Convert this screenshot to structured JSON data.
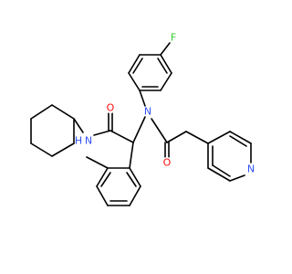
{
  "structure": {
    "atoms": [
      {
        "label": "F",
        "color": "#33cc33"
      },
      {
        "label": "N",
        "color": "#3050f8"
      },
      {
        "label": "O",
        "color": "#ff0d0d"
      },
      {
        "label": "N",
        "color": "#3050f8"
      },
      {
        "label": "H",
        "color": "#3050f8"
      },
      {
        "label": "O",
        "color": "#ff0d0d"
      },
      {
        "label": "N",
        "color": "#3050f8"
      }
    ]
  },
  "colors": {
    "bond": "#000000",
    "background": "#ffffff"
  }
}
